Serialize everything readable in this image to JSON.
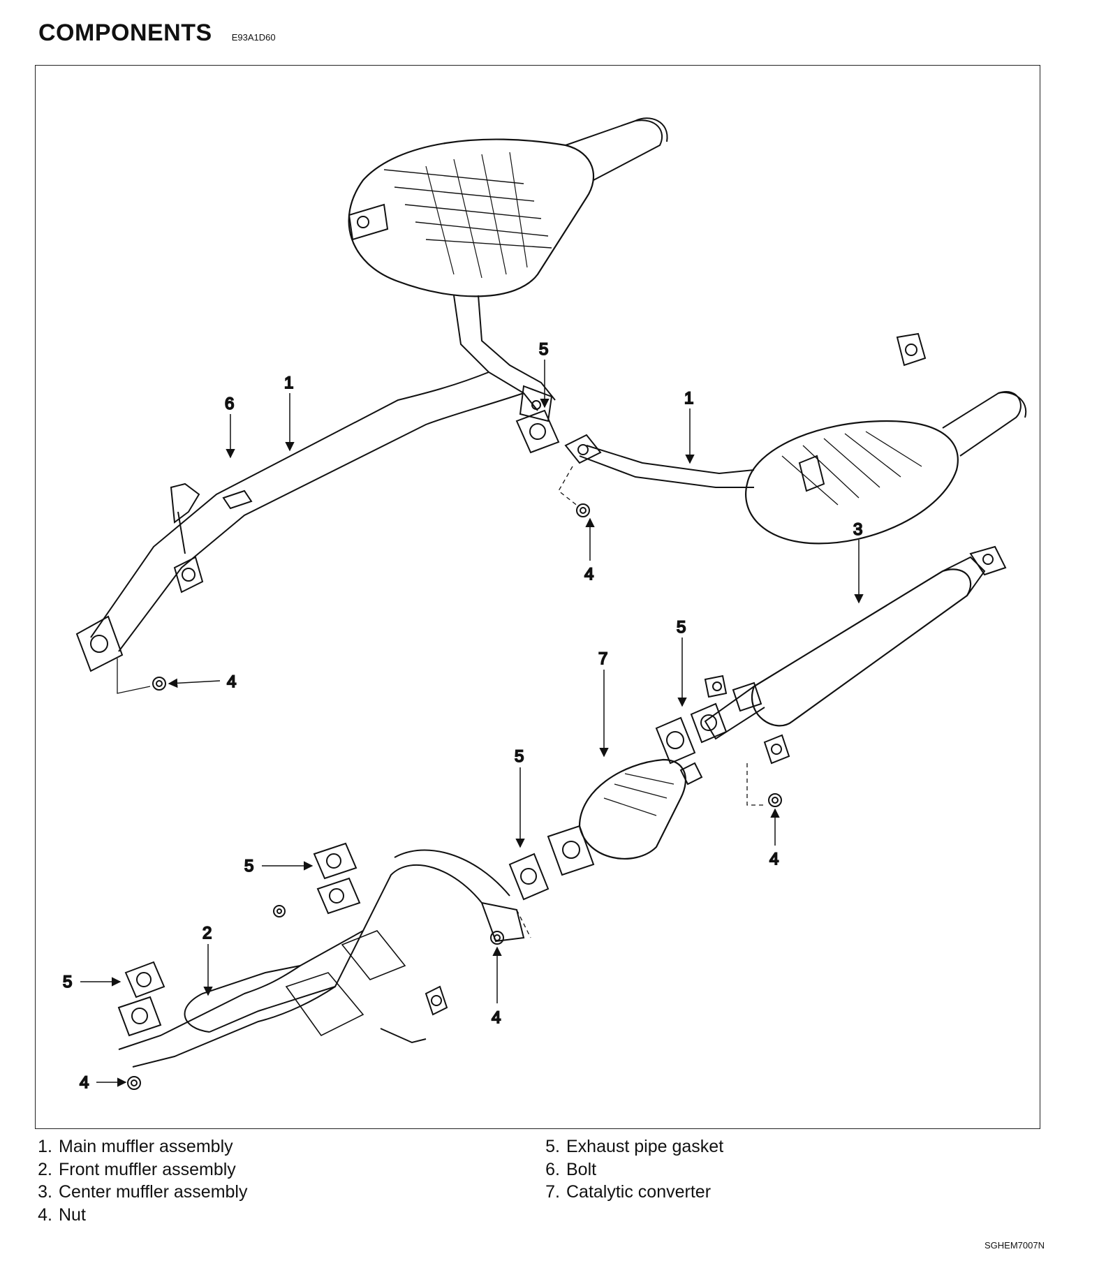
{
  "header": {
    "title": "COMPONENTS",
    "code": "E93A1D60"
  },
  "callouts": {
    "c_main_left": "1",
    "c_main_right": "1",
    "c_bolt": "6",
    "c_gasket_top": "5",
    "c_nut_top": "4",
    "c_center": "3",
    "c_nut_left": "4",
    "c_gasket_center": "5",
    "c_cat": "7",
    "c_gasket_cat": "5",
    "c_nut_center": "4",
    "c_gasket_front_top": "5",
    "c_front": "2",
    "c_gasket_front_left": "5",
    "c_nut_front_mid": "4",
    "c_nut_front_low": "4"
  },
  "legend": {
    "left": [
      {
        "num": "1.",
        "label": "Main muffler assembly"
      },
      {
        "num": "2.",
        "label": "Front muffler assembly"
      },
      {
        "num": "3.",
        "label": "Center muffler assembly"
      },
      {
        "num": "4.",
        "label": "Nut"
      }
    ],
    "right": [
      {
        "num": "5.",
        "label": "Exhaust pipe gasket"
      },
      {
        "num": "6.",
        "label": "Bolt"
      },
      {
        "num": "7.",
        "label": "Catalytic converter"
      }
    ]
  },
  "footer": {
    "code": "SGHEM7007N"
  },
  "colors": {
    "ink": "#111111",
    "background": "#ffffff"
  }
}
